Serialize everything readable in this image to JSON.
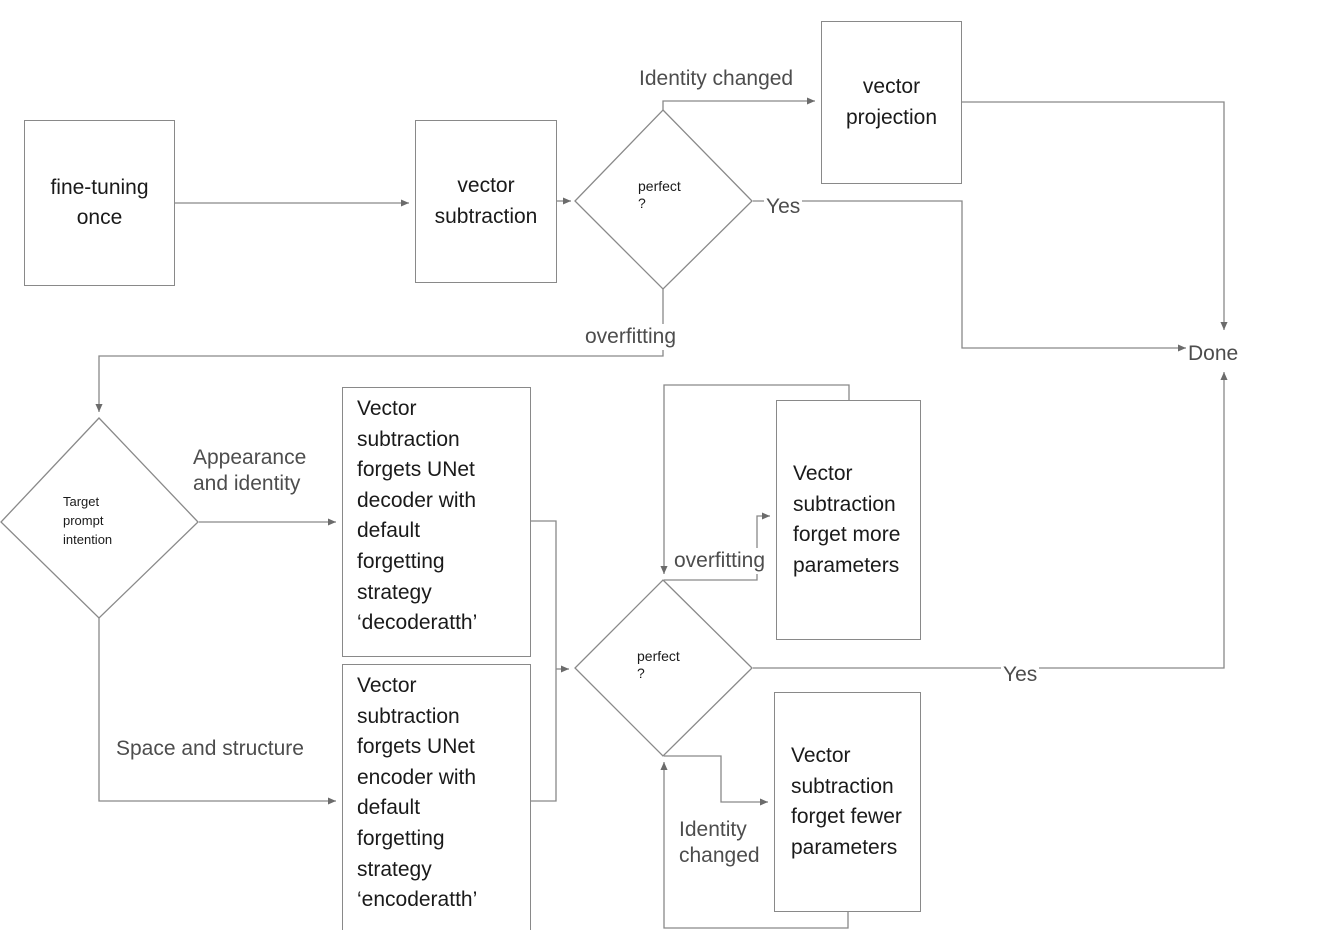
{
  "diagram": {
    "title": "Vector subtraction fine-tuning decision flowchart",
    "stroke_color": "#898989",
    "text_color": "#1a1a1a",
    "label_color": "#4d4d4d",
    "background": "#ffffff"
  },
  "nodes": {
    "fine_tuning_once": "fine-tuning\nonce",
    "vector_subtraction": "vector\nsubtraction",
    "perfect_top": "perfect\n?",
    "vector_projection": "vector\nprojection",
    "target_prompt_intention": "Target\nprompt\nintention",
    "decoder_box": "Vector\nsubtraction\nforgets UNet\ndecoder with\ndefault\nforgetting\nstrategy\n‘decoderatth’",
    "encoder_box": "Vector\nsubtraction\nforgets UNet\nencoder  with\ndefault\nforgetting\nstrategy\n‘encoderatth’",
    "perfect_bottom": "perfect\n?",
    "forget_more": "Vector\nsubtraction\nforget more\nparameters",
    "forget_fewer": "Vector\nsubtraction\nforget fewer\nparameters"
  },
  "edge_labels": {
    "identity_changed_top": "Identity changed",
    "yes_top": "Yes",
    "overfitting_top": "overfitting",
    "appearance_and_identity": "Appearance\nand identity",
    "space_and_structure": "Space and structure",
    "overfitting_bottom": "overfitting",
    "identity_changed_bottom": "Identity\nchanged",
    "yes_bottom": "Yes"
  },
  "terminals": {
    "done": "Done"
  }
}
